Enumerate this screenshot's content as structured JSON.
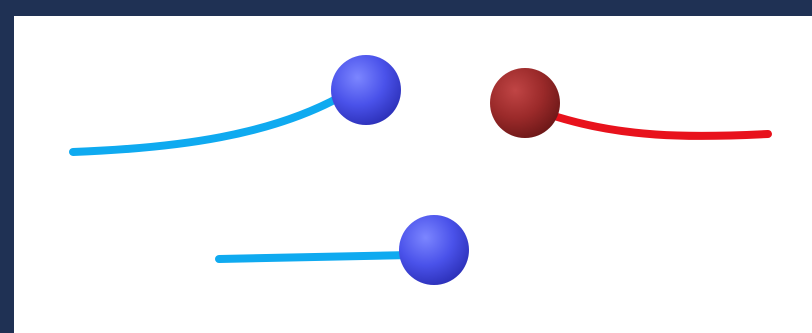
{
  "colors": {
    "frame": "#1f3154",
    "background": "#ffffff",
    "trail_blue": "#0faaf0",
    "trail_red": "#e8121c",
    "ball_blue": "#4a52ea",
    "ball_red": "#9b2a2a"
  },
  "particles": [
    {
      "name": "upper-left-blue-particle",
      "ball_color": "blue",
      "trail_color": "blue"
    },
    {
      "name": "upper-right-red-particle",
      "ball_color": "red",
      "trail_color": "red"
    },
    {
      "name": "lower-blue-particle",
      "ball_color": "blue",
      "trail_color": "blue"
    }
  ]
}
